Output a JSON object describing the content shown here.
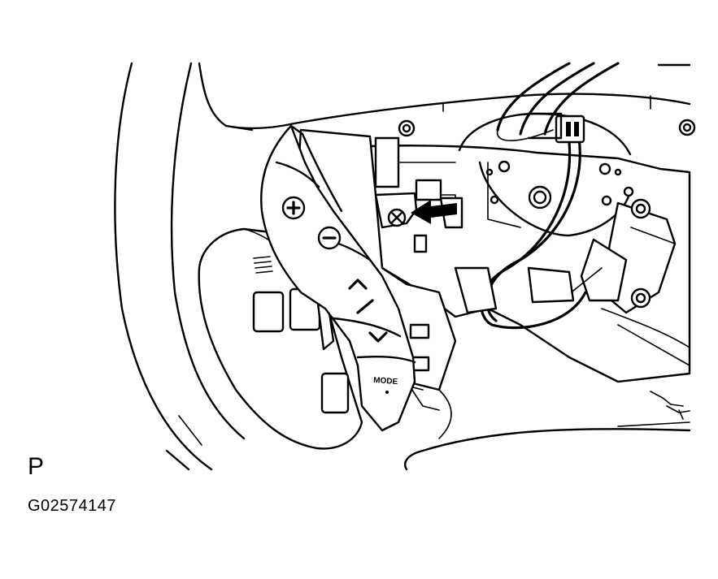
{
  "figure": {
    "view_letter": "P",
    "figure_code": "G02574147",
    "mode_button_label": "MODE",
    "icons": [
      "plus-icon",
      "minus-icon",
      "up-chevron-icon",
      "down-chevron-icon",
      "removal-arrow-icon",
      "mounting-screw-icon",
      "menu-lines-icon"
    ]
  }
}
